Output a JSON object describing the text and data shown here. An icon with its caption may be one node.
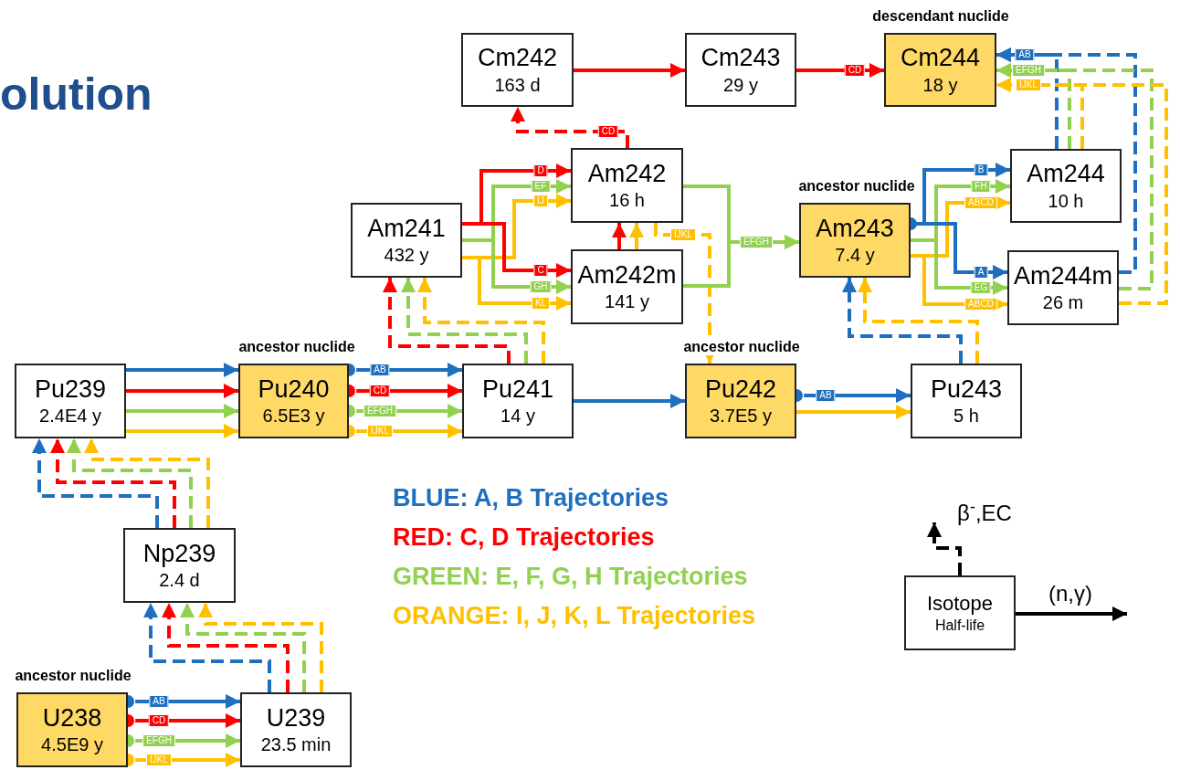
{
  "diagram": {
    "title": "olution",
    "nodes": [
      {
        "text": [
          "Cm242",
          "163 d"
        ]
      },
      {
        "text": [
          "Cm243",
          "29 y"
        ]
      },
      {
        "text": [
          "Cm244",
          "18 y"
        ],
        "beside": [
          "descendant nuclide"
        ]
      },
      {
        "text": [
          "Am241",
          "432 y"
        ]
      },
      {
        "text": [
          "Am242",
          "16 h"
        ]
      },
      {
        "text": [
          "Am242m",
          "141 y"
        ]
      },
      {
        "text": [
          "Am243",
          "7.4 y"
        ],
        "beside": [
          "ancestor nuclide"
        ]
      },
      {
        "text": [
          "Am244",
          "10 h"
        ]
      },
      {
        "text": [
          "Am244m",
          "26 m"
        ]
      },
      {
        "text": [
          "Pu239",
          "2.4E4 y"
        ]
      },
      {
        "text": [
          "Pu240",
          "6.5E3 y"
        ],
        "beside": [
          "ancestor nuclide"
        ]
      },
      {
        "text": [
          "Pu241",
          "14 y"
        ]
      },
      {
        "text": [
          "Pu242",
          "3.7E5 y"
        ],
        "beside": [
          "ancestor nuclide"
        ]
      },
      {
        "text": [
          "Pu243",
          "5 h"
        ]
      },
      {
        "text": [
          "Np239",
          "2.4 d"
        ]
      },
      {
        "text": [
          "U238",
          "4.5E9 y"
        ],
        "beside": [
          "ancestor nuclide"
        ]
      },
      {
        "text": [
          "U239",
          "23.5 min"
        ]
      },
      {
        "text": [
          "Isotope",
          "Half-life"
        ]
      }
    ],
    "edges": [
      {
        "from": 15,
        "to": 16,
        "arrow": "to",
        "label": "AB",
        "color": "#1f6fbf"
      },
      {
        "from": 15,
        "to": 16,
        "arrow": "to",
        "label": "CD",
        "color": "#ff0000"
      },
      {
        "from": 15,
        "to": 16,
        "arrow": "to",
        "label": "EFGH",
        "color": "#92d050"
      },
      {
        "from": 15,
        "to": 16,
        "arrow": "to",
        "label": "IJKL",
        "color": "#ffc000"
      },
      {
        "from": 16,
        "to": 14,
        "arrow": "to",
        "style": "dashed",
        "color": "#1f6fbf"
      },
      {
        "from": 16,
        "to": 14,
        "arrow": "to",
        "style": "dashed",
        "color": "#ff0000"
      },
      {
        "from": 16,
        "to": 14,
        "arrow": "to",
        "style": "dashed",
        "color": "#92d050"
      },
      {
        "from": 16,
        "to": 14,
        "arrow": "to",
        "style": "dashed",
        "color": "#ffc000"
      },
      {
        "from": 14,
        "to": 9,
        "arrow": "to",
        "style": "dashed",
        "color": "#1f6fbf"
      },
      {
        "from": 14,
        "to": 9,
        "arrow": "to",
        "style": "dashed",
        "color": "#ff0000"
      },
      {
        "from": 14,
        "to": 9,
        "arrow": "to",
        "style": "dashed",
        "color": "#92d050"
      },
      {
        "from": 14,
        "to": 9,
        "arrow": "to",
        "style": "dashed",
        "color": "#ffc000"
      },
      {
        "from": 9,
        "to": 10,
        "arrow": "to",
        "color": "#1f6fbf"
      },
      {
        "from": 9,
        "to": 10,
        "arrow": "to",
        "color": "#ff0000"
      },
      {
        "from": 9,
        "to": 10,
        "arrow": "to",
        "color": "#92d050"
      },
      {
        "from": 9,
        "to": 10,
        "arrow": "to",
        "color": "#ffc000"
      },
      {
        "from": 10,
        "to": 11,
        "arrow": "to",
        "label": "AB",
        "color": "#1f6fbf"
      },
      {
        "from": 10,
        "to": 11,
        "arrow": "to",
        "label": "CD",
        "color": "#ff0000"
      },
      {
        "from": 10,
        "to": 11,
        "arrow": "to",
        "label": "EFGH",
        "color": "#92d050"
      },
      {
        "from": 10,
        "to": 11,
        "arrow": "to",
        "label": "IJKL",
        "color": "#ffc000"
      },
      {
        "from": 11,
        "to": 3,
        "arrow": "to",
        "style": "dashed",
        "color": "#ff0000"
      },
      {
        "from": 11,
        "to": 3,
        "arrow": "to",
        "style": "dashed",
        "color": "#92d050"
      },
      {
        "from": 11,
        "to": 3,
        "arrow": "to",
        "style": "dashed",
        "color": "#ffc000"
      },
      {
        "from": 11,
        "to": 12,
        "arrow": "to",
        "color": "#1f6fbf"
      },
      {
        "from": 12,
        "to": 13,
        "arrow": "to",
        "label": "AB",
        "color": "#1f6fbf"
      },
      {
        "from": 12,
        "to": 13,
        "arrow": "to",
        "color": "#ffc000"
      },
      {
        "from": 13,
        "to": 6,
        "arrow": "to",
        "style": "dashed",
        "color": "#1f6fbf"
      },
      {
        "from": 13,
        "to": 6,
        "arrow": "to",
        "style": "dashed",
        "color": "#ffc000"
      },
      {
        "from": 3,
        "to": 4,
        "arrow": "to",
        "label": "D",
        "color": "#ff0000"
      },
      {
        "from": 3,
        "to": 4,
        "arrow": "to",
        "label": "EF",
        "color": "#92d050"
      },
      {
        "from": 3,
        "to": 4,
        "arrow": "to",
        "label": "IJ",
        "color": "#ffc000"
      },
      {
        "from": 3,
        "to": 5,
        "arrow": "to",
        "label": "C",
        "color": "#ff0000"
      },
      {
        "from": 3,
        "to": 5,
        "arrow": "to",
        "label": "GH",
        "color": "#92d050"
      },
      {
        "from": 3,
        "to": 5,
        "arrow": "to",
        "label": "KL",
        "color": "#ffc000"
      },
      {
        "from": 5,
        "to": 4,
        "arrow": "to",
        "style": "dashed",
        "color": "#ff0000"
      },
      {
        "from": 5,
        "to": 4,
        "arrow": "to",
        "style": "dashed",
        "color": "#ffc000"
      },
      {
        "from": 4,
        "to": 0,
        "arrow": "to",
        "style": "dashed",
        "label": "CD",
        "color": "#ff0000"
      },
      {
        "from": 4,
        "to": 12,
        "arrow": "to",
        "style": "dashed",
        "label": "IJKL",
        "color": "#ffc000"
      },
      {
        "from": 4,
        "to": 6,
        "arrow": "to",
        "label": "EFGH",
        "color": "#92d050"
      },
      {
        "from": 5,
        "to": 6,
        "arrow": "to",
        "color": "#92d050"
      },
      {
        "from": 0,
        "to": 1,
        "arrow": "to",
        "color": "#ff0000"
      },
      {
        "from": 1,
        "to": 2,
        "arrow": "to",
        "label": "CD",
        "color": "#ff0000"
      },
      {
        "from": 6,
        "to": 7,
        "arrow": "to",
        "label": "B",
        "color": "#1f6fbf"
      },
      {
        "from": 6,
        "to": 7,
        "arrow": "to",
        "label": "FH",
        "color": "#92d050"
      },
      {
        "from": 6,
        "to": 7,
        "arrow": "to",
        "label": "ABCD",
        "color": "#ffc000"
      },
      {
        "from": 6,
        "to": 8,
        "arrow": "to",
        "label": "A",
        "color": "#1f6fbf"
      },
      {
        "from": 6,
        "to": 8,
        "arrow": "to",
        "label": "EG",
        "color": "#92d050"
      },
      {
        "from": 6,
        "to": 8,
        "arrow": "to",
        "label": "ABCD",
        "color": "#ffc000"
      },
      {
        "from": 7,
        "to": 2,
        "arrow": "to",
        "style": "dashed",
        "label": "AB",
        "color": "#1f6fbf"
      },
      {
        "from": 7,
        "to": 2,
        "arrow": "to",
        "style": "dashed",
        "label": "EFGH",
        "color": "#92d050"
      },
      {
        "from": 7,
        "to": 2,
        "arrow": "to",
        "style": "dashed",
        "label": "IJKL",
        "color": "#ffc000"
      },
      {
        "from": 8,
        "to": 2,
        "arrow": "to",
        "style": "dashed",
        "color": "#1f6fbf"
      },
      {
        "from": 8,
        "to": 2,
        "arrow": "to",
        "style": "dashed",
        "color": "#92d050"
      },
      {
        "from": 8,
        "to": 2,
        "arrow": "to",
        "style": "dashed",
        "color": "#ffc000"
      },
      {
        "from": 17,
        "to": null,
        "arrow": "to",
        "style": "dashed",
        "label": "β$^{-}$,EC",
        "color": "#000000"
      },
      {
        "from": 17,
        "to": null,
        "arrow": "to",
        "label": "(n,γ)",
        "color": "#000000"
      }
    ],
    "legend": [
      {
        "text": "BLUE: A, B Trajectories",
        "color": "#1f6fbf"
      },
      {
        "text": "RED: C, D Trajectories",
        "color": "#ff0000"
      },
      {
        "text": "GREEN: E, F, G, H Trajectories",
        "color": "#92d050"
      },
      {
        "text": "ORANGE: I, J, K, L Trajectories",
        "color": "#ffc000"
      }
    ]
  }
}
